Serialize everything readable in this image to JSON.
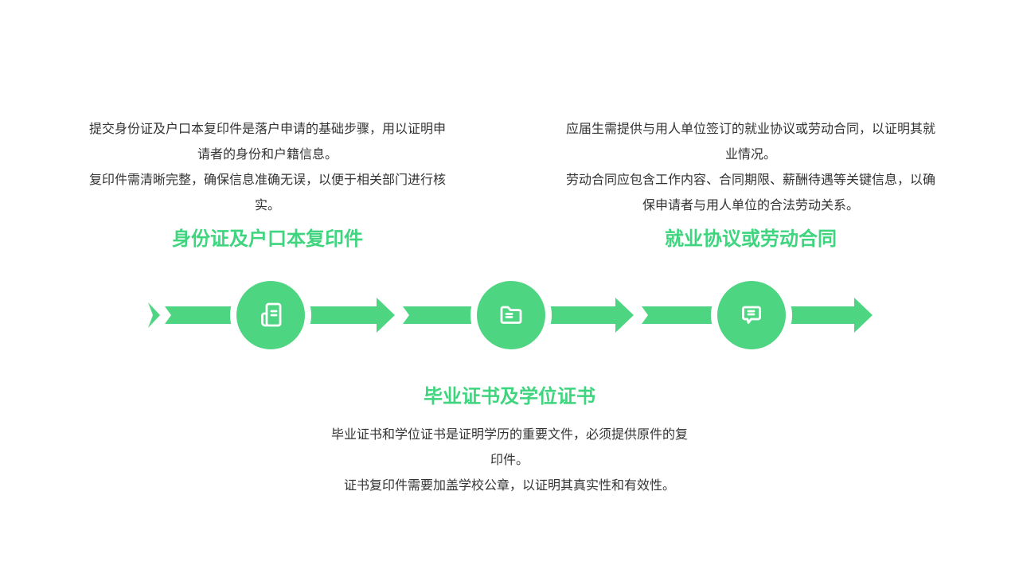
{
  "colors": {
    "accent_green": "#4ed581",
    "title_green": "#3fd57e",
    "body_text": "#333333",
    "background": "#ffffff",
    "icon_stroke": "#ffffff"
  },
  "diagram": {
    "type": "horizontal-process-timeline",
    "node_count": 3,
    "direction": "left-to-right"
  },
  "steps": [
    {
      "title": "身份证及户口本复印件",
      "desc1": "提交身份证及户口本复印件是落户申请的基础步骤，用以证明申请者的身份和户籍信息。",
      "desc2": "复印件需清晰完整，确保信息准确无误，以便于相关部门进行核实。",
      "icon": "document-icon",
      "text_position": "above-timeline-left"
    },
    {
      "title": "毕业证书及学位证书",
      "desc1": "毕业证书和学位证书是证明学历的重要文件，必须提供原件的复印件。",
      "desc2": "证书复印件需要加盖学校公章，以证明其真实性和有效性。",
      "icon": "folder-icon",
      "text_position": "below-timeline-center"
    },
    {
      "title": "就业协议或劳动合同",
      "desc1": "应届生需提供与用人单位签订的就业协议或劳动合同，以证明其就业情况。",
      "desc2": "劳动合同应包含工作内容、合同期限、薪酬待遇等关键信息，以确保申请者与用人单位的合法劳动关系。",
      "icon": "comment-icon",
      "text_position": "above-timeline-right"
    }
  ]
}
